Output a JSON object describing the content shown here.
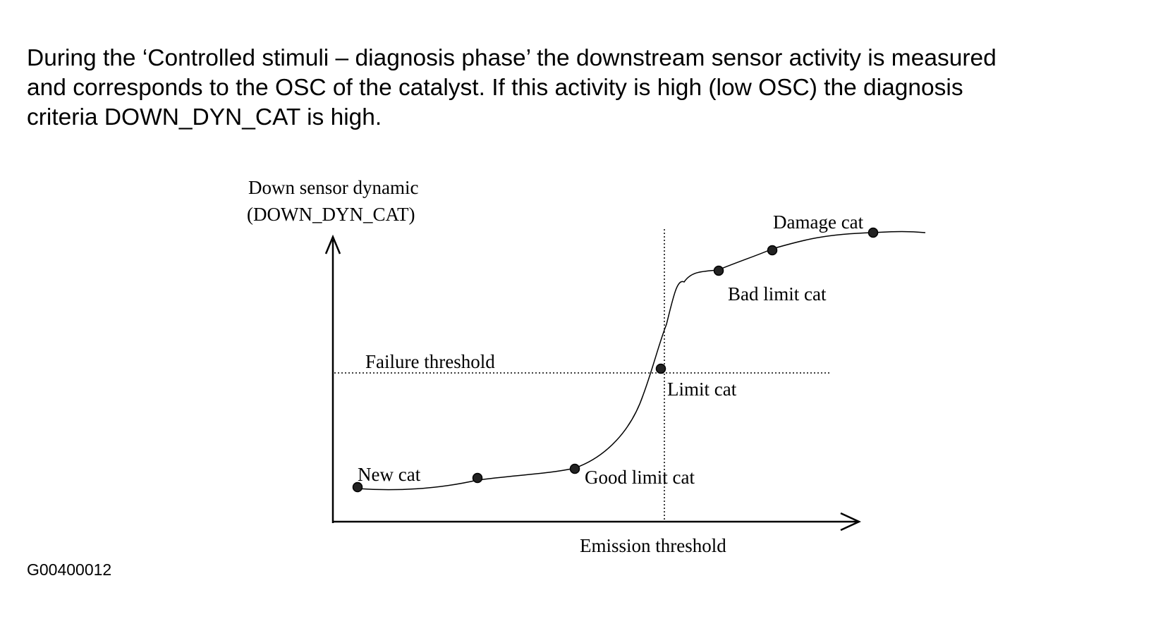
{
  "paragraph": {
    "line1": "During the ‘Controlled stimuli – diagnosis phase’ the downstream sensor activity is measured",
    "line2": "and corresponds to the OSC of the catalyst. If this activity is high (low OSC) the diagnosis",
    "line3": "criteria DOWN_DYN_CAT is high."
  },
  "diagram": {
    "y_axis_label_line1": "Down sensor dynamic",
    "y_axis_label_line2": "(DOWN_DYN_CAT)",
    "x_axis_label": "Emission threshold",
    "threshold_label": "Failure threshold",
    "points": {
      "new_cat": "New cat",
      "good_limit_cat": "Good limit cat",
      "limit_cat": "Limit cat",
      "bad_limit_cat": "Bad limit cat",
      "damage_cat": "Damage cat"
    }
  },
  "figure_id": "G00400012"
}
